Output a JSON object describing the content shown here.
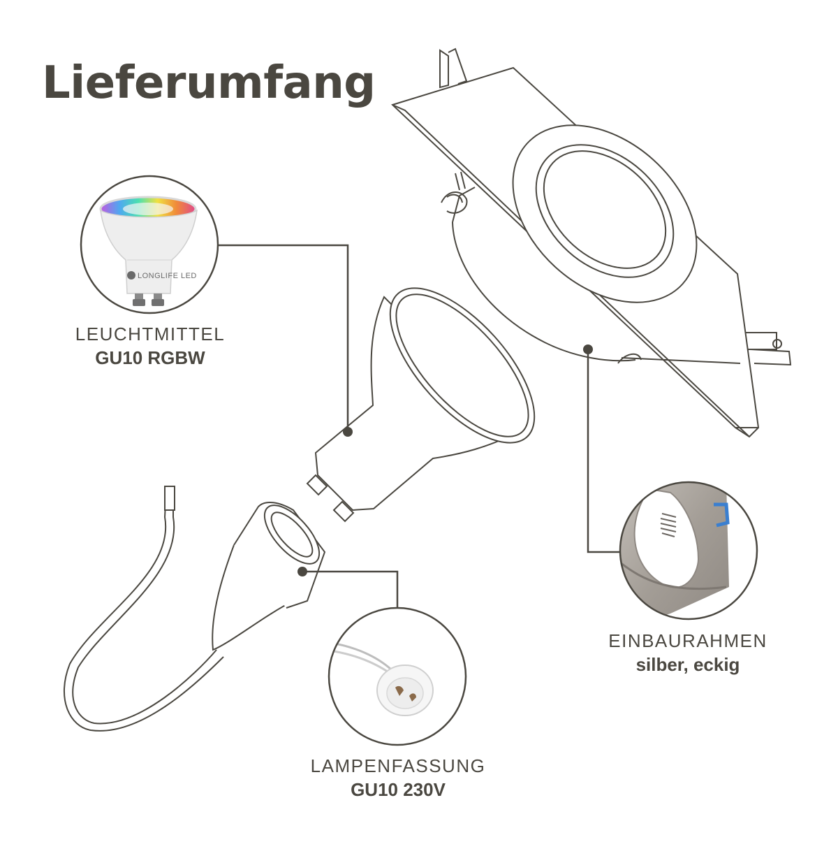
{
  "title": "Lieferumfang",
  "items": [
    {
      "category": "LEUCHTMITTEL",
      "spec": "GU10 RGBW"
    },
    {
      "category": "EINBAURAHMEN",
      "spec": "silber, eckig"
    },
    {
      "category": "LAMPENFASSUNG",
      "spec": "GU10 230V"
    }
  ],
  "bulb_print": "LONGLIFE LED",
  "colors": {
    "text": "#4a4740",
    "line": "#4a4740",
    "frame_metal": "#a39d96",
    "clip_blue": "#3a7fd0",
    "background": "#ffffff"
  }
}
